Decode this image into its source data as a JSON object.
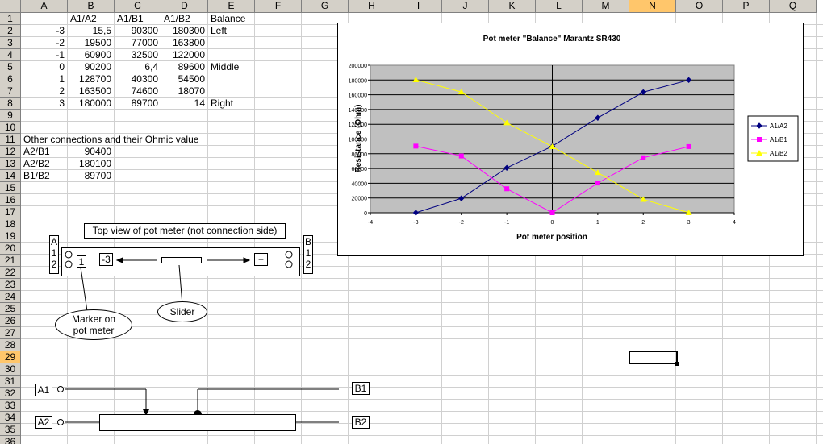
{
  "columns": [
    "A",
    "B",
    "C",
    "D",
    "E",
    "F",
    "G",
    "H",
    "I",
    "J",
    "K",
    "L",
    "M",
    "N",
    "O",
    "P",
    "Q"
  ],
  "rows": [
    "1",
    "2",
    "3",
    "4",
    "5",
    "6",
    "7",
    "8",
    "9",
    "10",
    "11",
    "12",
    "13",
    "14",
    "15",
    "16",
    "17",
    "18",
    "19",
    "20",
    "21",
    "22",
    "23",
    "24",
    "25",
    "26",
    "27",
    "28",
    "29",
    "30",
    "31",
    "32",
    "33",
    "34",
    "35",
    "36"
  ],
  "selected": {
    "column": "N",
    "row": "29"
  },
  "headers": {
    "b": "A1/A2",
    "c": "A1/B1",
    "d": "A1/B2",
    "e": "Balance"
  },
  "table": [
    {
      "a": "-3",
      "b": "15,5",
      "c": "90300",
      "d": "180300",
      "e": "Left"
    },
    {
      "a": "-2",
      "b": "19500",
      "c": "77000",
      "d": "163800",
      "e": ""
    },
    {
      "a": "-1",
      "b": "60900",
      "c": "32500",
      "d": "122000",
      "e": ""
    },
    {
      "a": "0",
      "b": "90200",
      "c": "6,4",
      "d": "89600",
      "e": "Middle"
    },
    {
      "a": "1",
      "b": "128700",
      "c": "40300",
      "d": "54500",
      "e": ""
    },
    {
      "a": "2",
      "b": "163500",
      "c": "74600",
      "d": "18070",
      "e": ""
    },
    {
      "a": "3",
      "b": "180000",
      "c": "89700",
      "d": "14",
      "e": "Right"
    }
  ],
  "other": {
    "title": "Other connections and their Ohmic value",
    "rows": [
      {
        "name": "A2/B1",
        "value": "90400"
      },
      {
        "name": "A2/B2",
        "value": "180100"
      },
      {
        "name": "B1/B2",
        "value": "89700"
      }
    ]
  },
  "diagram": {
    "top_view_label": "Top view of pot meter   (not connection side)",
    "left_pins": {
      "name": "A",
      "p1": "1",
      "p2": "2"
    },
    "right_pins": {
      "name": "B",
      "p1": "1",
      "p2": "2"
    },
    "marker_box": "1",
    "minus_label": "-3",
    "plus_label": "+",
    "slider_callout": "Slider",
    "marker_callout_line1": "Marker on",
    "marker_callout_line2": "pot meter",
    "schematic": {
      "a1": "A1",
      "a2": "A2",
      "b1": "B1",
      "b2": "B2"
    }
  },
  "colors": {
    "a1a2": "#000080",
    "a1b1": "#ff00ff",
    "a1b2": "#ffff00",
    "plot_bg": "#c0c0c0",
    "header_bg": "#d4d0c8",
    "selected_header": "#ffc66b"
  },
  "chart_data": {
    "type": "line",
    "title": "Pot meter \"Balance\" Marantz SR430",
    "xlabel": "Pot meter position",
    "ylabel": "Resistance (Ohm)",
    "xlim": [
      -4,
      4
    ],
    "ylim": [
      0,
      200000
    ],
    "xticks": [
      -4,
      -3,
      -2,
      -1,
      0,
      1,
      2,
      3,
      4
    ],
    "yticks": [
      0,
      20000,
      40000,
      60000,
      80000,
      100000,
      120000,
      140000,
      160000,
      180000,
      200000
    ],
    "grid": true,
    "legend_position": "right",
    "x": [
      -3,
      -2,
      -1,
      0,
      1,
      2,
      3
    ],
    "series": [
      {
        "name": "A1/A2",
        "marker": "diamond",
        "values": [
          15.5,
          19500,
          60900,
          90200,
          128700,
          163500,
          180000
        ]
      },
      {
        "name": "A1/B1",
        "marker": "square",
        "values": [
          90300,
          77000,
          32500,
          6.4,
          40300,
          74600,
          89700
        ]
      },
      {
        "name": "A1/B2",
        "marker": "triangle",
        "values": [
          180300,
          163800,
          122000,
          89600,
          54500,
          18070,
          14
        ]
      }
    ]
  }
}
